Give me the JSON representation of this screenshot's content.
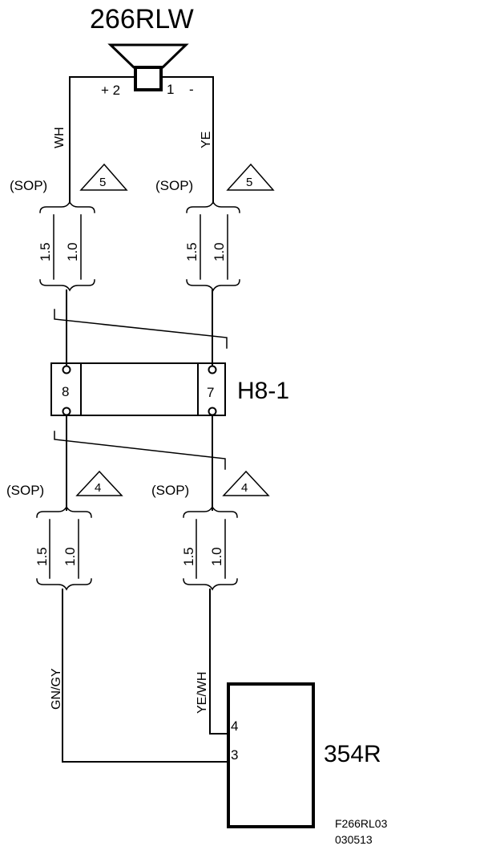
{
  "speaker": {
    "label": "266RLW",
    "pin_plus": "+ 2",
    "pin_minus_num": "1",
    "pin_minus_sign": "-"
  },
  "wires": {
    "left_upper": "WH",
    "right_upper": "YE",
    "left_lower": "GN/GY",
    "right_lower": "YE/WH"
  },
  "option_label": "(SOP)",
  "notes": {
    "upper": "5",
    "lower": "4"
  },
  "wire_sizes": {
    "a": "1.5",
    "b": "1.0"
  },
  "connector": {
    "label": "H8-1",
    "pin_left": "8",
    "pin_right": "7"
  },
  "module": {
    "label": "354R",
    "pin_top": "4",
    "pin_bottom": "3"
  },
  "drawing_code": "F266RL03",
  "date_code": "030513"
}
